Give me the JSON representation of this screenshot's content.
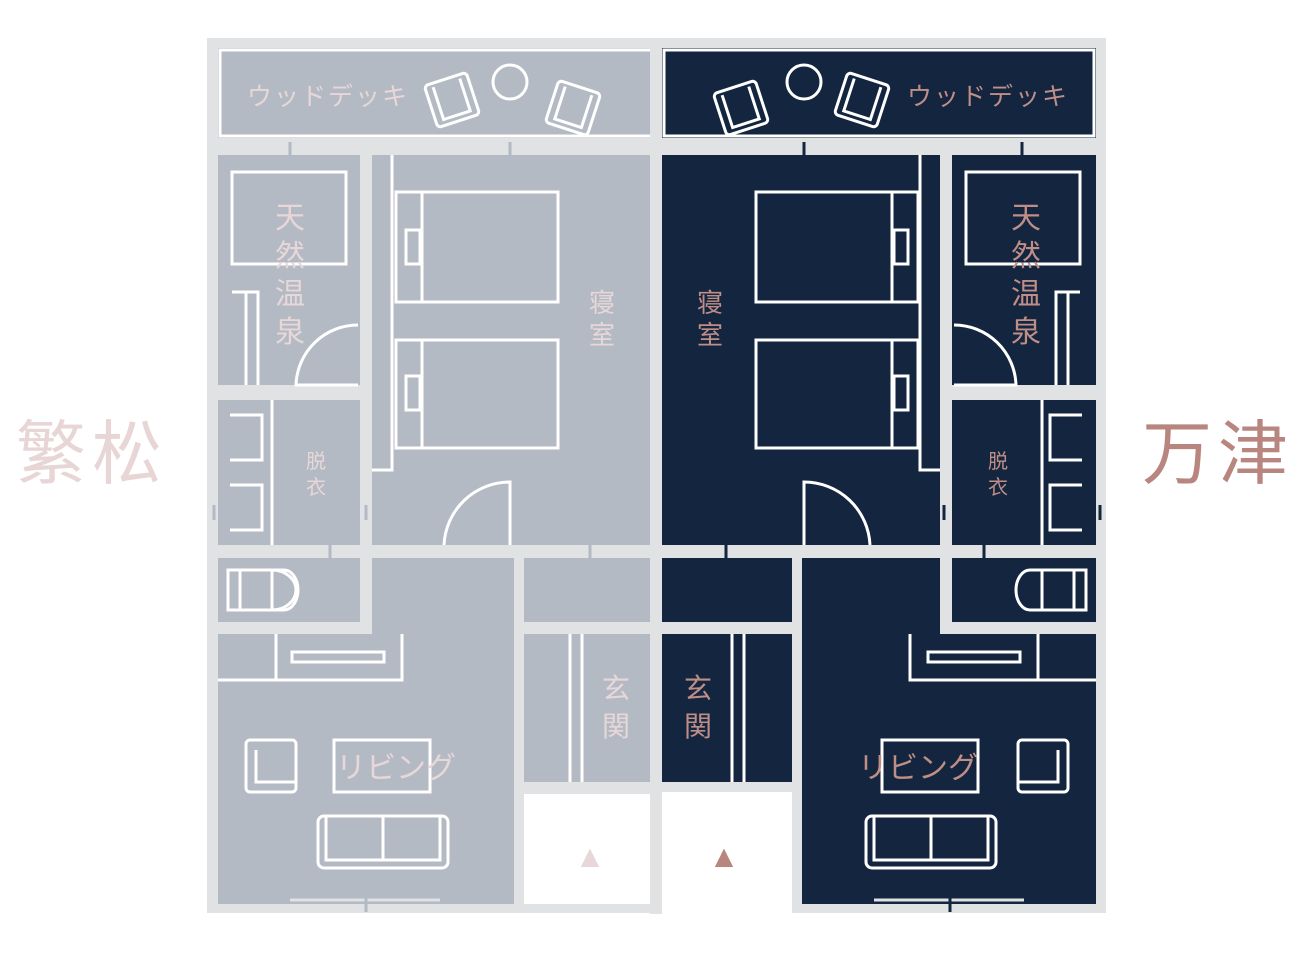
{
  "colors": {
    "left_fill": "#b4bac4",
    "right_fill": "#13253f",
    "wall": "#e1e2e3",
    "line": "#ffffff",
    "left_text": "#e8d7d8",
    "right_text": "#bf8e87",
    "left_name": "#e8d5d6",
    "right_name": "#b8857f"
  },
  "units": {
    "left": {
      "name": "繁松",
      "deck": "ウッドデッキ",
      "onsen": [
        "天",
        "然",
        "温",
        "泉"
      ],
      "dressing": [
        "脱",
        "衣"
      ],
      "bedroom": [
        "寝",
        "室"
      ],
      "entrance": [
        "玄",
        "関"
      ],
      "living": "リビング",
      "entry_marker": "▲"
    },
    "right": {
      "name": "万津",
      "deck": "ウッドデッキ",
      "onsen": [
        "天",
        "然",
        "温",
        "泉"
      ],
      "dressing": [
        "脱",
        "衣"
      ],
      "bedroom": [
        "寝",
        "室"
      ],
      "entrance": [
        "玄",
        "関"
      ],
      "living": "リビング",
      "entry_marker": "▲"
    }
  }
}
